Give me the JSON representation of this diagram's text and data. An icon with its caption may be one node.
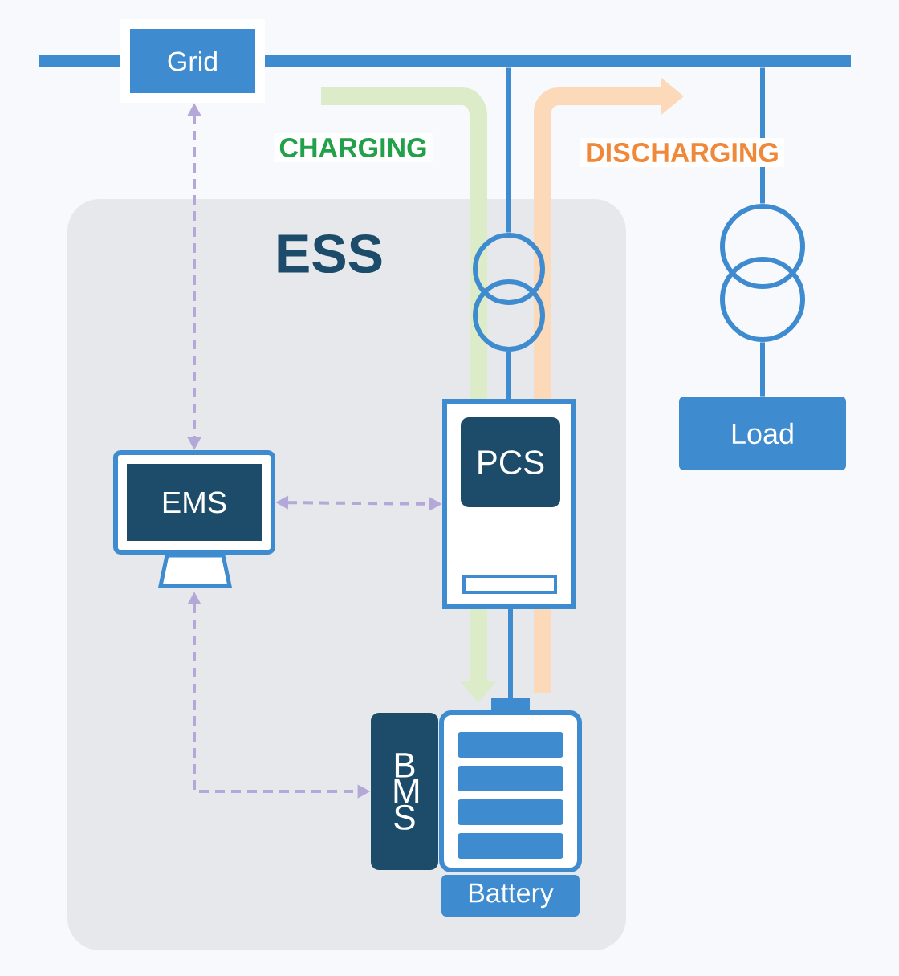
{
  "diagram": {
    "nodes": [
      {
        "text": [
          "Grid"
        ]
      },
      {
        "text": [
          "ESS"
        ]
      },
      {
        "text": [
          "EMS"
        ],
        "in": 1
      },
      {
        "text": [
          "PCS"
        ],
        "in": 1
      },
      {
        "text": [
          "B M S"
        ],
        "in": 1
      },
      {
        "text": [
          "Battery"
        ],
        "in": 1
      },
      {
        "text": [
          "Load"
        ]
      },
      {
        "text": [],
        "shape": "transformer",
        "in": 1
      },
      {
        "text": [],
        "shape": "transformer"
      },
      {
        "text": [],
        "shape": "bar"
      }
    ],
    "edges": [
      {
        "from": 0,
        "to": 2,
        "arrow": "both",
        "style": "dashed",
        "color": "#b4a8d8"
      },
      {
        "from": 2,
        "to": 3,
        "arrow": "both",
        "style": "dashed",
        "color": "#b4a8d8"
      },
      {
        "from": 2,
        "to": 4,
        "arrow": "both",
        "style": "dashed",
        "color": "#b4a8d8"
      },
      {
        "from": 9,
        "to": 7,
        "arrow": "none"
      },
      {
        "from": 7,
        "to": 3,
        "arrow": "none"
      },
      {
        "from": 3,
        "to": 5,
        "arrow": "none"
      },
      {
        "from": 9,
        "to": 8,
        "arrow": "none"
      },
      {
        "from": 8,
        "to": 6,
        "arrow": "none"
      }
    ],
    "labels": [
      "CHARGING",
      "DISCHARGING"
    ]
  }
}
